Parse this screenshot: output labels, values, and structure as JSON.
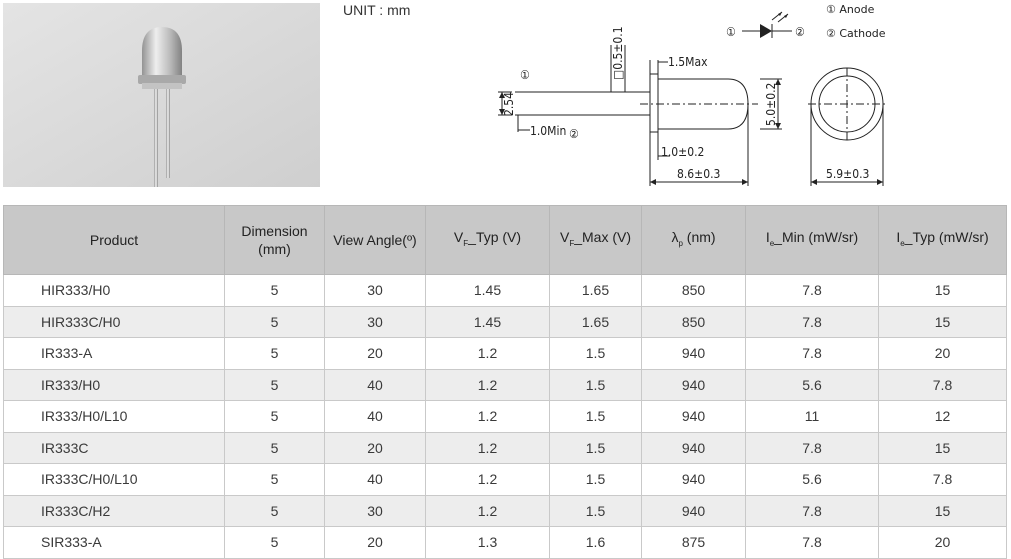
{
  "unit_label": "UNIT : mm",
  "diagram": {
    "pin1_label": "①",
    "pin2_label": "②",
    "anode": "① Anode",
    "cathode": "② Cathode",
    "symbol_left": "①",
    "symbol_right": "②",
    "dim_lead_square": "□0.5±0.1",
    "dim_flange": "1.5Max",
    "dim_pitch": "2.54",
    "dim_lead_min": "1.0Min",
    "dim_diameter": "5.0±0.2",
    "dim_flange_thick": "1.0±0.2",
    "dim_body_len": "8.6±0.3",
    "dim_flange_dia": "5.9±0.3"
  },
  "table": {
    "headers": {
      "product": "Product",
      "dimension": "Dimension",
      "dimension_unit": "(mm)",
      "view_angle": "View Angle(º)",
      "vf_typ_pre": "V",
      "vf_typ_sub": "F",
      "vf_typ_post": "_Typ (V)",
      "vf_max_pre": "V",
      "vf_max_sub": "F",
      "vf_max_post": "_Max (V)",
      "lambda_pre": "λ",
      "lambda_sub": "p",
      "lambda_post": " (nm)",
      "ie_min_pre": "I",
      "ie_min_sub": "e",
      "ie_min_post": "_Min (mW/sr)",
      "ie_typ_pre": "I",
      "ie_typ_sub": "e",
      "ie_typ_post": "_Typ (mW/sr)"
    },
    "rows": [
      [
        "HIR333/H0",
        "5",
        "30",
        "1.45",
        "1.65",
        "850",
        "7.8",
        "15"
      ],
      [
        "HIR333C/H0",
        "5",
        "30",
        "1.45",
        "1.65",
        "850",
        "7.8",
        "15"
      ],
      [
        "IR333-A",
        "5",
        "20",
        "1.2",
        "1.5",
        "940",
        "7.8",
        "20"
      ],
      [
        "IR333/H0",
        "5",
        "40",
        "1.2",
        "1.5",
        "940",
        "5.6",
        "7.8"
      ],
      [
        "IR333/H0/L10",
        "5",
        "40",
        "1.2",
        "1.5",
        "940",
        "11",
        "12"
      ],
      [
        "IR333C",
        "5",
        "20",
        "1.2",
        "1.5",
        "940",
        "7.8",
        "15"
      ],
      [
        "IR333C/H0/L10",
        "5",
        "40",
        "1.2",
        "1.5",
        "940",
        "5.6",
        "7.8"
      ],
      [
        "IR333C/H2",
        "5",
        "30",
        "1.2",
        "1.5",
        "940",
        "7.8",
        "15"
      ],
      [
        "SIR333-A",
        "5",
        "20",
        "1.3",
        "1.6",
        "875",
        "7.8",
        "20"
      ]
    ]
  }
}
